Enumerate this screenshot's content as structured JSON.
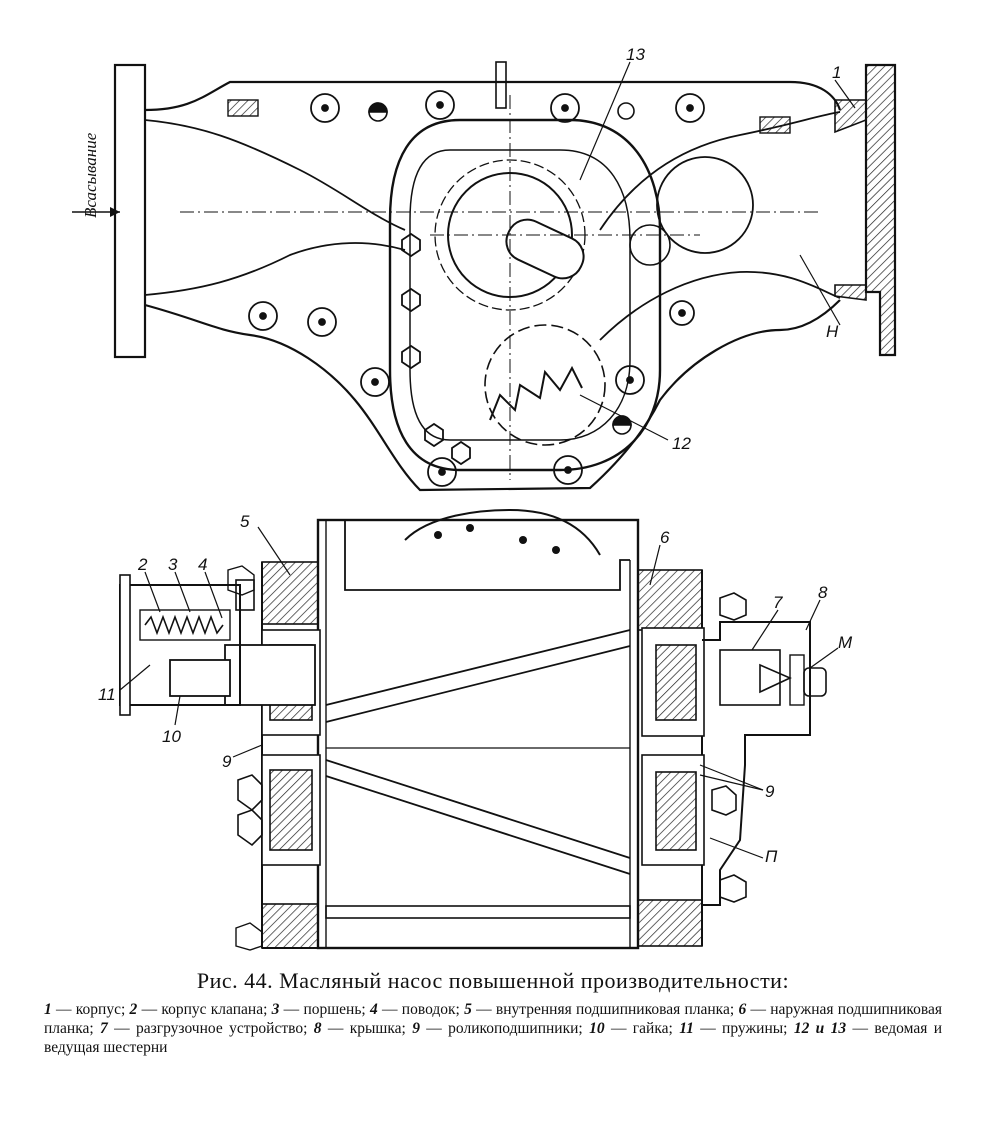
{
  "figure": {
    "top_view": {
      "inlet_label": "Всасывание",
      "callouts": {
        "c13": "13",
        "c1": "1",
        "cH": "Н",
        "c12": "12"
      }
    },
    "section_view": {
      "callouts": {
        "c5": "5",
        "c6": "6",
        "c2": "2",
        "c3": "3",
        "c4": "4",
        "c7": "7",
        "c8": "8",
        "cM": "М",
        "c11": "11",
        "c10": "10",
        "c9a": "9",
        "c9b": "9",
        "cP": "П"
      }
    }
  },
  "caption": {
    "title": "Рис. 44. Масляный насос повышенной производительности:",
    "legend": [
      {
        "num": "1",
        "text": "корпус"
      },
      {
        "num": "2",
        "text": "корпус клапана"
      },
      {
        "num": "3",
        "text": "поршень"
      },
      {
        "num": "4",
        "text": "поводок"
      },
      {
        "num": "5",
        "text": "внутренняя подшипниковая планка"
      },
      {
        "num": "6",
        "text": "наружная подшипниковая планка"
      },
      {
        "num": "7",
        "text": "разгрузочное устройство"
      },
      {
        "num": "8",
        "text": "крышка"
      },
      {
        "num": "9",
        "text": "роликоподшипники"
      },
      {
        "num": "10",
        "text": "гайка"
      },
      {
        "num": "11",
        "text": "пружины"
      },
      {
        "num": "12 и 13",
        "text": "ведомая и ведущая шестерни"
      }
    ]
  }
}
